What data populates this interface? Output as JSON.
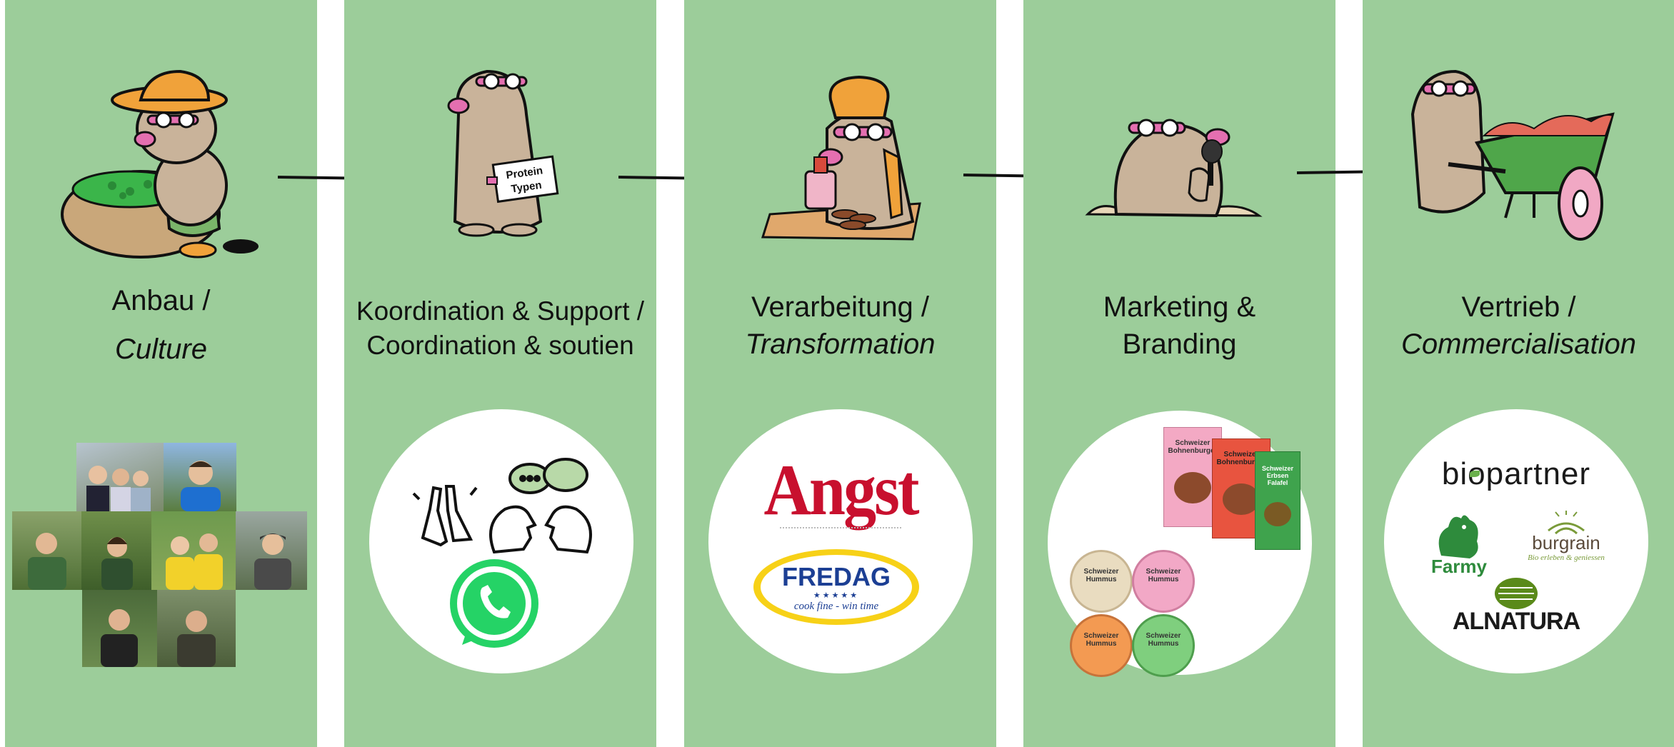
{
  "stages": [
    {
      "line1": "Anbau /",
      "line2": "Culture"
    },
    {
      "line1": "Koordination & Support /",
      "line2": "Coordination & soutien"
    },
    {
      "line1": "Verarbeitung /",
      "line2": "Transformation"
    },
    {
      "line1": "Marketing &",
      "line2": "Branding"
    },
    {
      "line1": "Vertrieb /",
      "line2": "Commercialisation"
    }
  ],
  "mascot_sign": {
    "line1": "Protein",
    "line2": "Typen"
  },
  "logos": {
    "angst": "Angst",
    "fredag": "FREDAG",
    "fredag_stars": "★★★★★",
    "fredag_tagline": "cook fine - win time",
    "biopartner": "biopartner",
    "burgrain": "burgrain",
    "burgrain_tagline": "Bio erleben & geniessen",
    "farmy": "Farmy",
    "alnatura": "ALNATURA"
  },
  "products": {
    "burger": "Schweizer Bohnenburger",
    "falafel": "Schweizer Erbsen Falafel",
    "hummus": "Schweizer Hummus"
  },
  "colors": {
    "panel": "#9ccd9a",
    "mole": "#c9b39a",
    "goggles": "#e46fb0",
    "hat": "#f0a23a",
    "whatsapp": "#25d366",
    "angst_red": "#c8102e",
    "fredag_blue": "#1c3f94",
    "fredag_yellow": "#f7d117",
    "farmy_green": "#2e8b3c"
  }
}
